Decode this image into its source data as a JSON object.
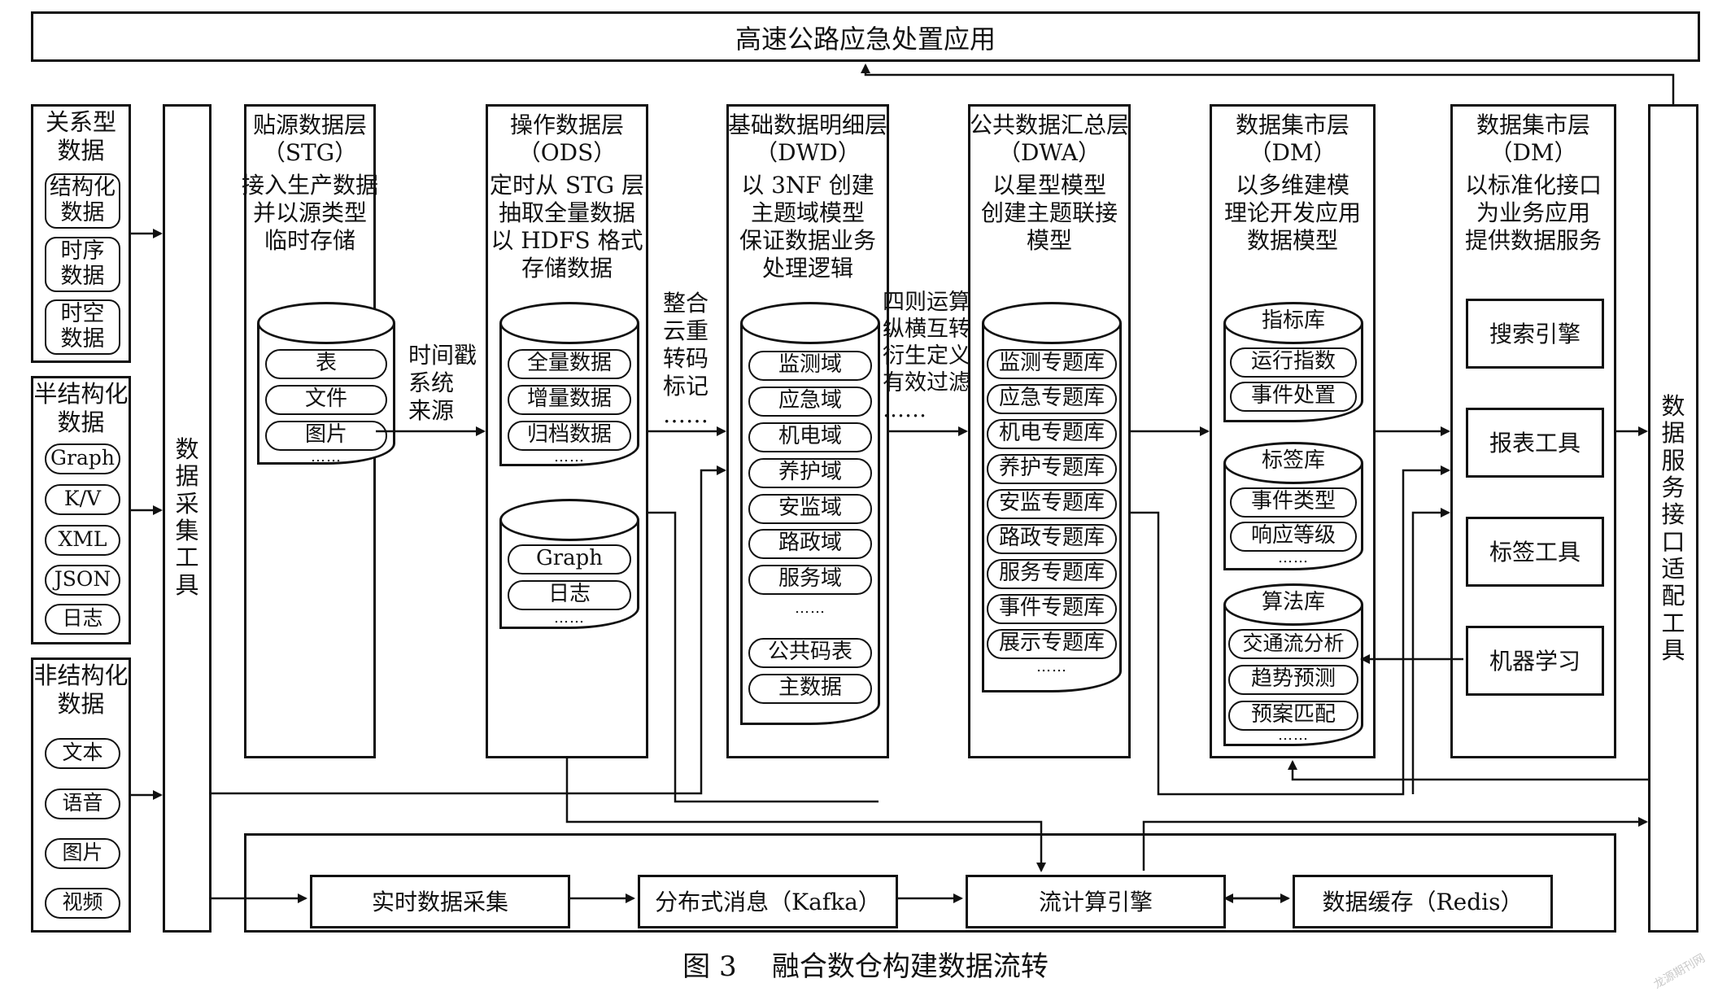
{
  "top_title": "高速公路应急处置应用",
  "sources": [
    {
      "title": "关系型\n数据",
      "items": [
        "结构化\n数据",
        "时序\n数据",
        "时空\n数据"
      ]
    },
    {
      "title": "半结构化\n数据",
      "items": [
        "Graph",
        "K/V",
        "XML",
        "JSON",
        "日志"
      ]
    },
    {
      "title": "非结构化\n数据",
      "items": [
        "文本",
        "语音",
        "图片",
        "视频"
      ]
    }
  ],
  "collect_tool": "数\n据\n采\n集\n工\n具",
  "service_tool": "数\n据\n服\n务\n接\n口\n适\n配\n工\n具",
  "layers": [
    {
      "title": "贴源数据层\n（STG）",
      "desc": "接入生产数据\n并以源类型\n临时存储",
      "db_items": [
        "表",
        "文件",
        "图片"
      ],
      "dots": "……"
    },
    {
      "title": "操作数据层\n（ODS）",
      "desc": "定时从 STG 层\n抽取全量数据\n以 HDFS 格式\n存储数据",
      "db_items": [
        "全量数据",
        "增量数据",
        "归档数据"
      ],
      "dots": "……",
      "db2_items": [
        "Graph",
        "日志"
      ],
      "dots2": "……"
    },
    {
      "title": "基础数据明细层\n（DWD）",
      "desc": "以 3NF 创建\n主题域模型\n保证数据业务\n处理逻辑",
      "db_items": [
        "监测域",
        "应急域",
        "机电域",
        "养护域",
        "安监域",
        "路政域",
        "服务域"
      ],
      "dots": "……",
      "extra_items": [
        "公共码表",
        "主数据"
      ]
    },
    {
      "title": "公共数据汇总层\n（DWA）",
      "desc": "以星型模型\n创建主题联接\n模型",
      "db_items": [
        "监测专题库",
        "应急专题库",
        "机电专题库",
        "养护专题库",
        "安监专题库",
        "路政专题库",
        "服务专题库",
        "事件专题库",
        "展示专题库"
      ],
      "dots": "……"
    },
    {
      "title": "数据集市层\n（DM）",
      "desc": "以多维建模\n理论开发应用\n数据模型",
      "sub_dbs": [
        {
          "title": "指标库",
          "items": [
            "运行指数",
            "事件处置"
          ],
          "dots": ""
        },
        {
          "title": "标签库",
          "items": [
            "事件类型",
            "响应等级"
          ],
          "dots": "……"
        },
        {
          "title": "算法库",
          "items": [
            "交通流分析",
            "趋势预测",
            "预案匹配"
          ],
          "dots": "……"
        }
      ]
    },
    {
      "title": "数据集市层\n（DM）",
      "desc": "以标准化接口\n为业务应用\n提供数据服务",
      "tools": [
        "搜索引擎",
        "报表工具",
        "标签工具",
        "机器学习"
      ]
    }
  ],
  "edge_labels": {
    "stg_ods": "时间戳\n系统\n来源",
    "ods_dwd": "整合\n云重\n转码\n标记\n……",
    "dwd_dwa": "四则运算\n纵横互转\n衍生定义\n有效过滤\n……"
  },
  "stream": [
    "实时数据采集",
    "分布式消息（Kafka）",
    "流计算引擎",
    "数据缓存（Redis）"
  ],
  "caption": "图 3    融合数仓构建数据流转",
  "watermark": "龙源期刊网"
}
